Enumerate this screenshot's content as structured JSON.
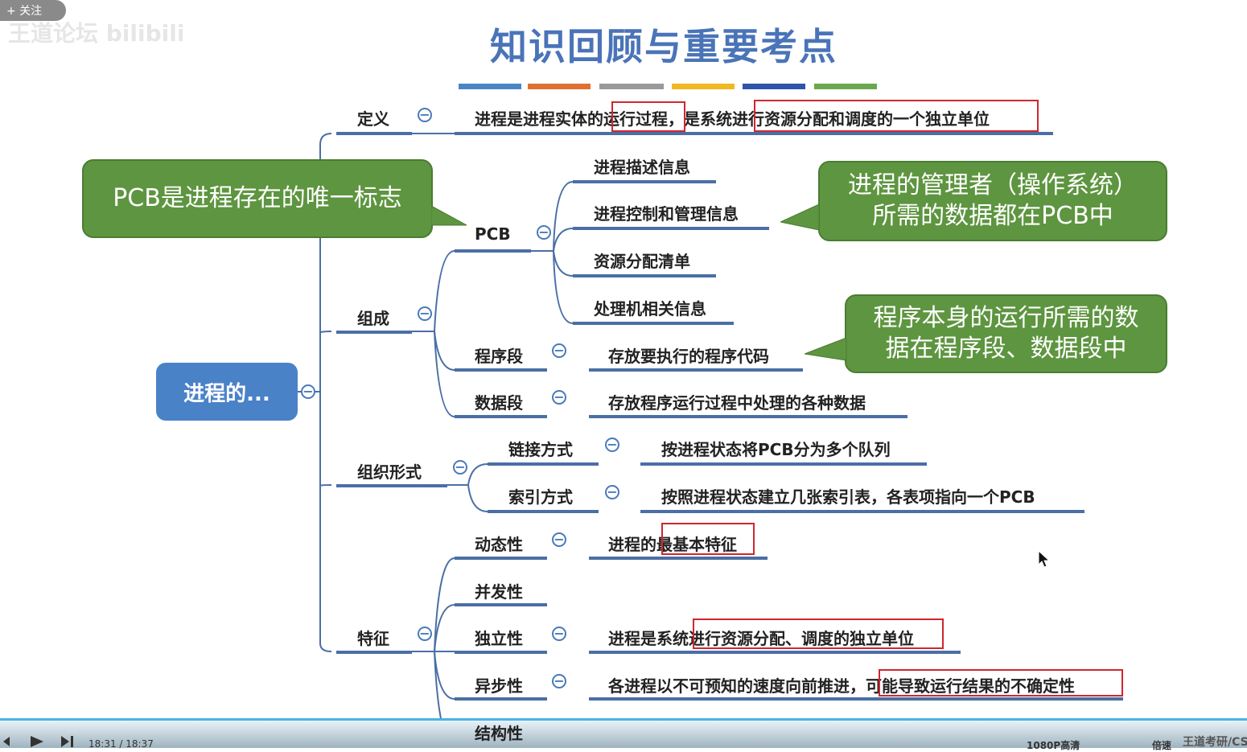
{
  "overlay": {
    "follow_label": "+ 关注",
    "watermark": "王道论坛  bilibili"
  },
  "title": "知识回顾与重要考点",
  "color_bars": [
    "#4a86c5",
    "#e07030",
    "#9a9a9a",
    "#f2b822",
    "#2d55a8",
    "#6aa84f"
  ],
  "root": "进程的...",
  "definition": {
    "label": "定义",
    "text_a": "进程是进程实体的",
    "text_b": "运行过程",
    "text_c": "，是系统",
    "text_d": "进行资源分配和调度的一个独立单位"
  },
  "composition": {
    "label": "组成",
    "pcb": {
      "label": "PCB",
      "items": [
        "进程描述信息",
        "进程控制和管理信息",
        "资源分配清单",
        "处理机相关信息"
      ]
    },
    "program": {
      "label": "程序段",
      "text": "存放要执行的程序代码"
    },
    "data": {
      "label": "数据段",
      "text": "存放程序运行过程中处理的各种数据"
    }
  },
  "organization": {
    "label": "组织形式",
    "link": {
      "label": "链接方式",
      "text": "按进程状态将PCB分为多个队列"
    },
    "index": {
      "label": "索引方式",
      "text": "按照进程状态建立几张索引表，各表项指向一个PCB"
    }
  },
  "features": {
    "label": "特征",
    "dynamic": {
      "label": "动态性",
      "text_a": "进程的",
      "text_b": "最基本特征"
    },
    "concurrent": {
      "label": "并发性"
    },
    "independent": {
      "label": "独立性",
      "text_a": "进程是系统",
      "text_b": "进行资源分配、调度的独立单位"
    },
    "async": {
      "label": "异步性",
      "text_a": "各进程以不可预知的速度向前推进，",
      "text_b": "可能导致运行结果的不确定性"
    },
    "structure": {
      "label": "结构性"
    }
  },
  "bubbles": {
    "pcb_sign": "PCB是进程存在的唯一标志",
    "manager": "进程的管理者（操作系统）\n所需的数据都在PCB中",
    "program_data": "程序本身的运行所需的数\n据在程序段、数据段中"
  },
  "player": {
    "time": "18:31 / 18:37",
    "quality": "1080P高清",
    "speed": "倍速",
    "brand": "王道考研/CSKAOYAN"
  },
  "colors": {
    "accent": "#4a74b8",
    "bubble_green": "#5e9540",
    "highlight_red": "#d0262d",
    "line_blue": "#4a6fa5"
  }
}
